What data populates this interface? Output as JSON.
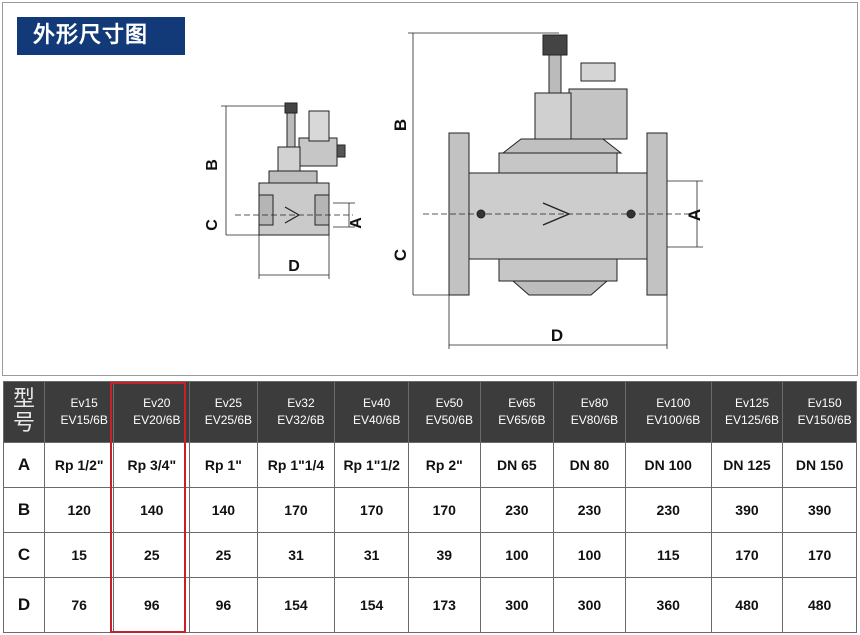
{
  "title": "外形尺寸图",
  "dimension_letters": {
    "a": "A",
    "b": "B",
    "c": "C",
    "d": "D"
  },
  "table": {
    "corner_label": [
      "型",
      "号"
    ],
    "models": [
      [
        "Ev15",
        "EV15/6B"
      ],
      [
        "Ev20",
        "EV20/6B"
      ],
      [
        "Ev25",
        "EV25/6B"
      ],
      [
        "Ev32",
        "EV32/6B"
      ],
      [
        "Ev40",
        "EV40/6B"
      ],
      [
        "Ev50",
        "EV50/6B"
      ],
      [
        "Ev65",
        "EV65/6B"
      ],
      [
        "Ev80",
        "EV80/6B"
      ],
      [
        "Ev100",
        "EV100/6B"
      ],
      [
        "Ev125",
        "EV125/6B"
      ],
      [
        "Ev150",
        "EV150/6B"
      ]
    ],
    "rows": [
      {
        "label": "A",
        "values": [
          "Rp 1/2\"",
          "Rp 3/4\"",
          "Rp 1\"",
          "Rp 1\"1/4",
          "Rp 1\"1/2",
          "Rp 2\"",
          "DN 65",
          "DN 80",
          "DN 100",
          "DN 125",
          "DN 150"
        ]
      },
      {
        "label": "B",
        "values": [
          "120",
          "140",
          "140",
          "170",
          "170",
          "170",
          "230",
          "230",
          "230",
          "390",
          "390"
        ]
      },
      {
        "label": "C",
        "values": [
          "15",
          "25",
          "25",
          "31",
          "31",
          "39",
          "100",
          "100",
          "115",
          "170",
          "170"
        ]
      },
      {
        "label": "D",
        "values": [
          "76",
          "96",
          "96",
          "154",
          "154",
          "173",
          "300",
          "300",
          "360",
          "480",
          "480"
        ]
      }
    ],
    "highlight_column": "Ev20",
    "highlight_color": "#c8202a"
  }
}
